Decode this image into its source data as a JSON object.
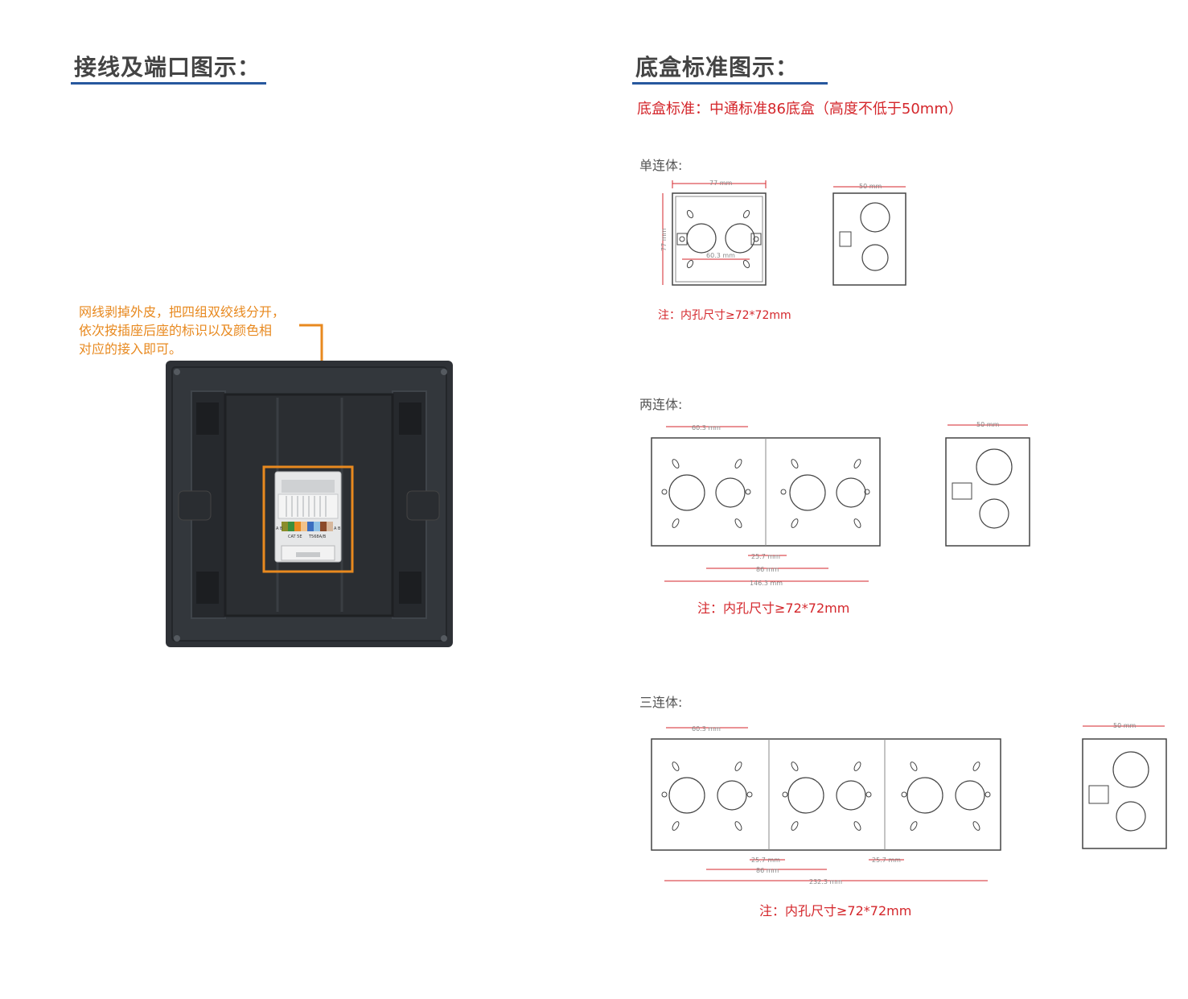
{
  "left": {
    "title": "接线及端口图示：",
    "callout_lines": [
      "网线剥掉外皮，把四组双绞线分开，",
      "依次按插座后座的标识以及颜色相",
      "对应的接入即可。"
    ],
    "module_labels": {
      "cat": "CAT 5E",
      "standard": "T568A/B",
      "side_left": "A B",
      "side_right": "A B"
    }
  },
  "right": {
    "title": "底盒标准图示：",
    "standard_note": "底盒标准：中通标准86底盒（高度不低于50mm）",
    "single": {
      "label": "单连体:",
      "width": "77 mm",
      "height": "77 mm",
      "hole_spacing": "60.3 mm",
      "depth": "50 mm",
      "note": "注：内孔尺寸≥72*72mm"
    },
    "double": {
      "label": "两连体:",
      "hole_spacing": "60.3 mm",
      "gap": "25.7 mm",
      "pitch": "86 mm",
      "total": "146.3 mm",
      "depth": "50 mm",
      "note": "注：内孔尺寸≥72*72mm"
    },
    "triple": {
      "label": "三连体:",
      "hole_spacing": "60.3 mm",
      "gap_1": "25.7 mm",
      "pitch": "86 mm",
      "gap_2": "25.7 mm",
      "total": "232.3 mm",
      "depth": "50 mm",
      "note": "注：内孔尺寸≥72*72mm"
    }
  },
  "colors": {
    "heading": "#444444",
    "underline": "#27589e",
    "red": "#d4262b",
    "orange": "#e8891f",
    "panel": "#2e3136"
  }
}
